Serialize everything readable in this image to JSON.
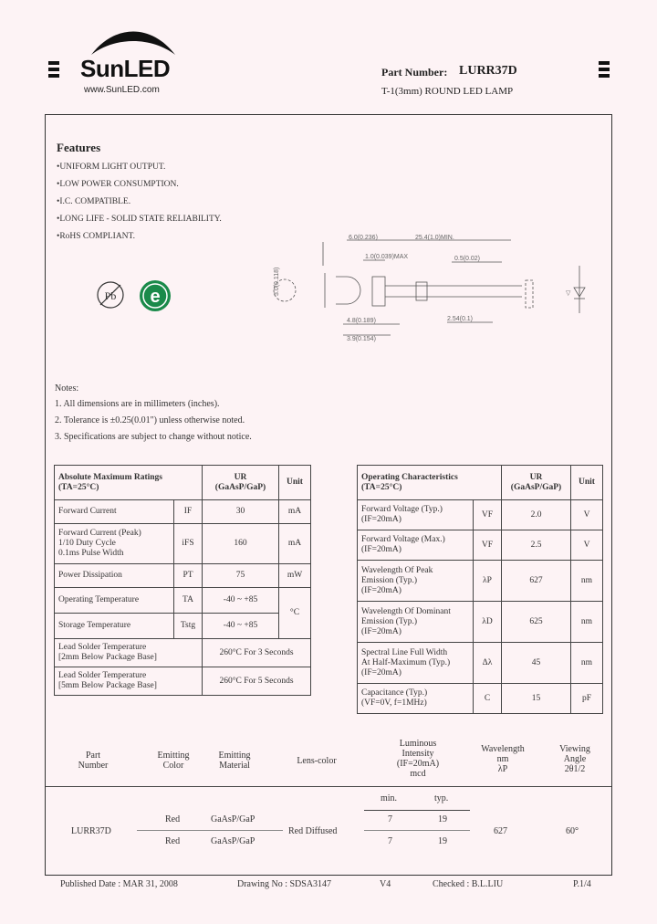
{
  "header": {
    "logo_text": "SunLED",
    "url": "www.SunLED.com",
    "part_number_label": "Part Number:",
    "part_number": "LURR37D",
    "description": "T-1(3mm) ROUND LED LAMP"
  },
  "features": {
    "title": "Features",
    "items": [
      "•UNIFORM LIGHT OUTPUT.",
      "•LOW POWER CONSUMPTION.",
      "•I.C. COMPATIBLE.",
      "•LONG LIFE - SOLID STATE RELIABILITY.",
      "•RoHS COMPLIANT."
    ],
    "badge_pb": "Pb",
    "badge_e": "e"
  },
  "drawing": {
    "dim1": "6.0(0.236)",
    "dim2": "3.0(0.118)",
    "dim3": "25.4(1.0)MIN.",
    "dim4": "1.0(0.039)MAX",
    "dim5": "2.54(0.1)",
    "dim6": "0.5(0.02)",
    "dim7": "4.8(0.189)",
    "dim8": "3.9(0.154)",
    "label_polarity": "▽"
  },
  "notes": {
    "title": "Notes:",
    "items": [
      "1. All dimensions are in millimeters (inches).",
      "2. Tolerance is ±0.25(0.01\") unless otherwise noted.",
      "3. Specifications are subject to change without notice."
    ]
  },
  "abs_table": {
    "title1": "Absolute Maximum Ratings",
    "title2": "(TA=25°C)",
    "col_ur1": "UR",
    "col_ur2": "(GaAsP/GaP)",
    "col_unit": "Unit",
    "rows": [
      {
        "name": "Forward Current",
        "sym": "IF",
        "val": "30",
        "unit": "mA"
      },
      {
        "name": "Forward Current (Peak)\n1/10 Duty Cycle\n0.1ms Pulse Width",
        "sym": "iFS",
        "val": "160",
        "unit": "mA"
      },
      {
        "name": "Power Dissipation",
        "sym": "PT",
        "val": "75",
        "unit": "mW"
      },
      {
        "name": "Operating Temperature",
        "sym": "TA",
        "val": "-40 ~ +85",
        "unit": "°C"
      },
      {
        "name": "Storage Temperature",
        "sym": "Tstg",
        "val": "-40 ~ +85",
        "unit": ""
      },
      {
        "name": "Lead Solder Temperature\n[2mm Below Package Base]",
        "val": "260°C For 3 Seconds"
      },
      {
        "name": "Lead Solder Temperature\n[5mm Below Package Base]",
        "val": "260°C For 5 Seconds"
      }
    ]
  },
  "op_table": {
    "title1": "Operating Characteristics",
    "title2": "(TA=25°C)",
    "col_ur1": "UR",
    "col_ur2": "(GaAsP/GaP)",
    "col_unit": "Unit",
    "rows": [
      {
        "name": "Forward Voltage (Typ.)\n(IF=20mA)",
        "sym": "VF",
        "val": "2.0",
        "unit": "V"
      },
      {
        "name": "Forward Voltage (Max.)\n(IF=20mA)",
        "sym": "VF",
        "val": "2.5",
        "unit": "V"
      },
      {
        "name": "Wavelength Of Peak\nEmission (Typ.)\n(IF=20mA)",
        "sym": "λP",
        "val": "627",
        "unit": "nm"
      },
      {
        "name": "Wavelength Of Dominant\nEmission (Typ.)\n(IF=20mA)",
        "sym": "λD",
        "val": "625",
        "unit": "nm"
      },
      {
        "name": "Spectral Line Full Width\nAt Half-Maximum (Typ.)\n(IF=20mA)",
        "sym": "Δλ",
        "val": "45",
        "unit": "nm"
      },
      {
        "name": "Capacitance (Typ.)\n(VF=0V, f=1MHz)",
        "sym": "C",
        "val": "15",
        "unit": "pF"
      }
    ]
  },
  "summary": {
    "headers": {
      "part": "Part\nNumber",
      "color": "Emitting\nColor",
      "material": "Emitting\nMaterial",
      "lens": "Lens-color",
      "intensity": "Luminous\nIntensity\n(IF=20mA)\nmcd",
      "wavelength": "Wavelength\nnm\nλP",
      "angle": "Viewing\nAngle\n2θ1/2"
    },
    "min_label": "min.",
    "typ_label": "typ.",
    "part": "LURR37D",
    "lens": "Red Diffused",
    "wavelength": "627",
    "angle": "60°",
    "rows": [
      {
        "color": "Red",
        "material": "GaAsP/GaP",
        "min": "7",
        "typ": "19"
      },
      {
        "color": "Red",
        "material": "GaAsP/GaP",
        "min": "7",
        "typ": "19"
      }
    ]
  },
  "footer": {
    "published": "Published Date : MAR 31, 2008",
    "drawing": "Drawing No : SDSA3147",
    "version": "V4",
    "checked": "Checked : B.L.LIU",
    "page": "P.1/4"
  }
}
